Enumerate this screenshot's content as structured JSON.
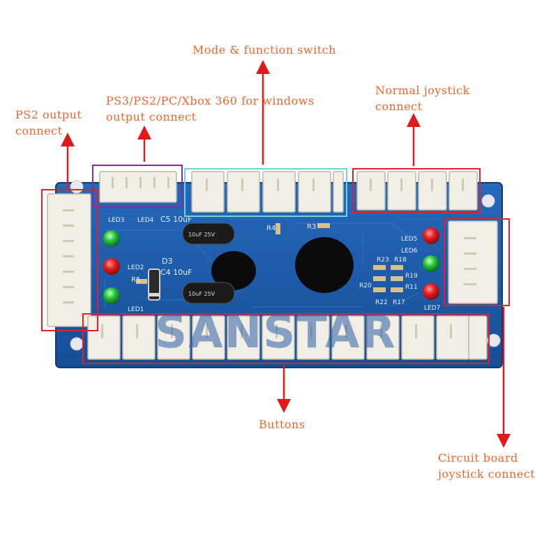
{
  "colors": {
    "label": "#f0642c",
    "arrow": "#e01a1a",
    "box_red": "#e0202a",
    "box_purple": "#8a2a9a",
    "box_teal": "#66d8d8",
    "pcb": "#1d5cab",
    "pcb_dark": "#143f80",
    "connector": "#f1eee6",
    "watermark": "#2e5fa8"
  },
  "labels": {
    "mode_switch": "Mode & function switch",
    "ps3_line1": "PS3/PS2/PC/Xbox 360 for windows",
    "ps3_line2": "output connect",
    "ps2_line1": "PS2 output",
    "ps2_line2": "connect",
    "normal_line1": "Normal joystick",
    "normal_line2": "connect",
    "buttons": "Buttons",
    "circuit_line1": "Circuit board",
    "circuit_line2": "joystick connect"
  },
  "watermark": "SANSTAR",
  "board": {
    "c5": "C5 10uF",
    "c4": "C4 10uF",
    "r4": "R4",
    "r3": "R3",
    "d3": "D3",
    "r5": "R5",
    "led1": "LED1",
    "led2": "LED2",
    "led3": "LED3",
    "led4": "LED4",
    "led5": "LED5",
    "led6": "LED6",
    "led7": "LED7",
    "r23": "R23",
    "r18": "R18",
    "r19": "R19",
    "r20": "R20",
    "r11": "R11",
    "r22": "R22",
    "r17": "R17",
    "cap_a": "10uF 25V",
    "cap_b": "10uF 25V"
  }
}
